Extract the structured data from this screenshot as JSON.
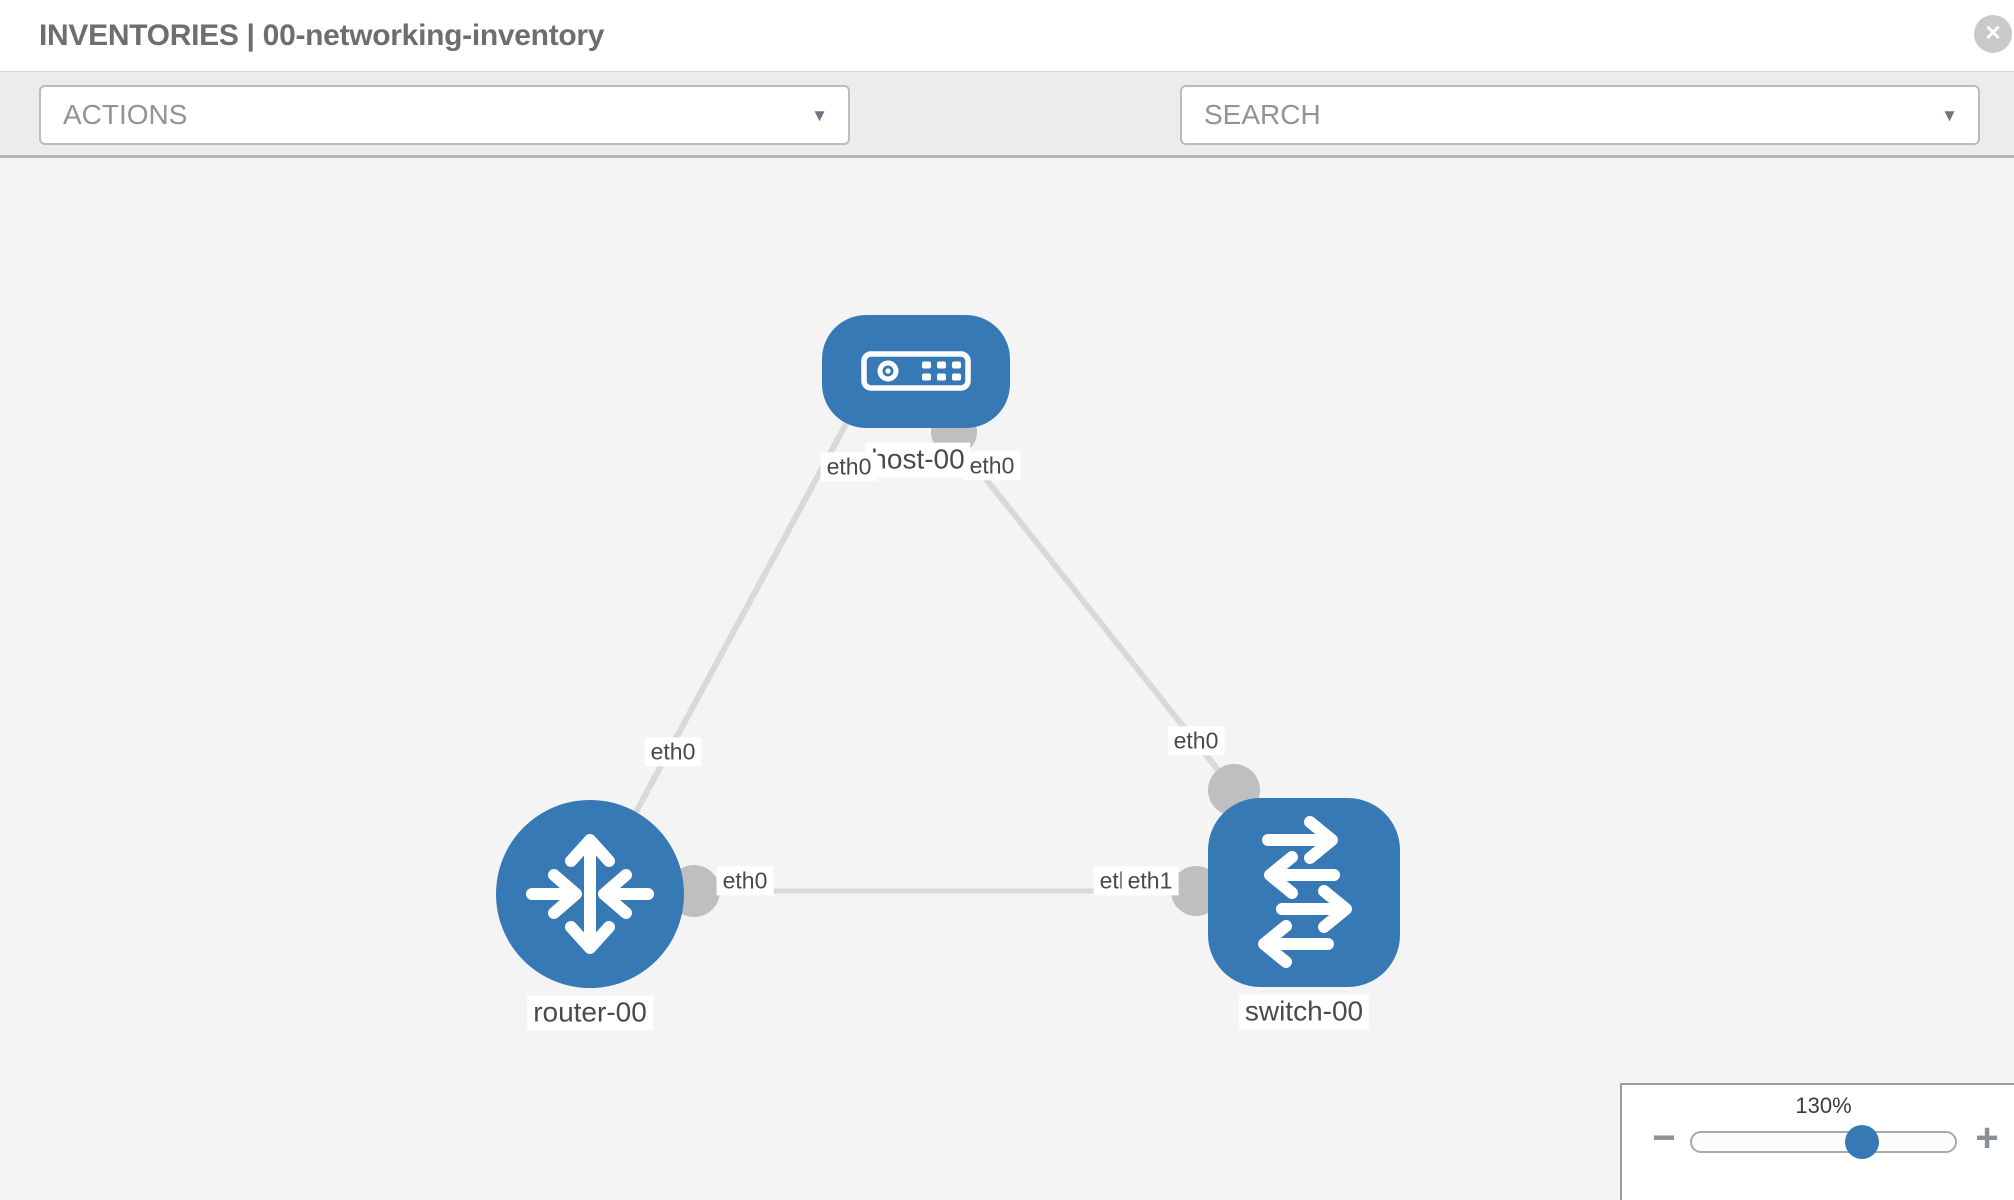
{
  "header": {
    "title": "INVENTORIES | 00-networking-inventory"
  },
  "icons": {
    "close": "✕",
    "caret": "▼",
    "minus": "−",
    "plus": "+",
    "wrench": "wrench-icon",
    "key": "key-icon"
  },
  "toolbar": {
    "actions_label": "ACTIONS",
    "search_placeholder": "SEARCH"
  },
  "topology": {
    "nodes": [
      {
        "id": "host-00",
        "type": "host",
        "label": "host-00",
        "shape": "rounded-rect",
        "icon": "server-icon"
      },
      {
        "id": "router-00",
        "type": "router",
        "label": "router-00",
        "shape": "circle",
        "icon": "router-arrows-icon"
      },
      {
        "id": "switch-00",
        "type": "switch",
        "label": "switch-00",
        "shape": "rounded-square",
        "icon": "switch-arrows-icon"
      }
    ],
    "links": [
      {
        "from": "host-00",
        "from_interface": "eth0",
        "to": "router-00",
        "to_interface": "eth0"
      },
      {
        "from": "host-00",
        "from_interface": "eth0",
        "to": "switch-00",
        "to_interface": "eth0"
      },
      {
        "from": "router-00",
        "from_interface": "eth0",
        "to": "switch-00",
        "to_interface": "eth1"
      }
    ],
    "interface_labels": {
      "host_left": "eth0",
      "host_right": "eth0",
      "router_top": "eth0",
      "switch_top": "eth0",
      "mid_router": "eth0",
      "mid_switch_under": "eth0",
      "mid_switch": "eth1"
    }
  },
  "zoom_control": {
    "level": "130%",
    "percent": 64
  },
  "colors": {
    "node_blue": "#3779b5",
    "edge_gray": "#d9d9d9",
    "connector_gray": "#bfbfbf",
    "canvas_bg": "#f4f4f5",
    "toolbar_bg": "#ececec"
  }
}
